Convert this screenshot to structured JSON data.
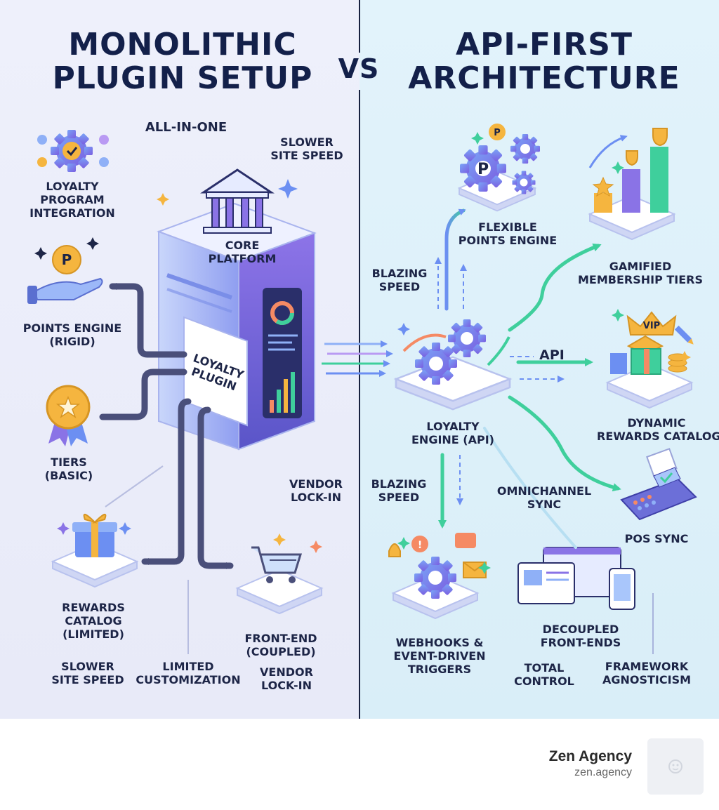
{
  "titles": {
    "left": [
      "MONOLITHIC",
      "PLUGIN SETUP"
    ],
    "vs": "VS",
    "right": [
      "API-FIRST",
      "ARCHITECTURE"
    ]
  },
  "left": {
    "all_in_one": "ALL-IN-ONE",
    "slower_site_speed_top": [
      "SLOWER",
      "SITE SPEED"
    ],
    "loyalty_integration": [
      "LOYALTY",
      "PROGRAM",
      "INTEGRATION"
    ],
    "core_platform": [
      "CORE",
      "PLATFORM"
    ],
    "loyalty_plugin": [
      "LOYALTY",
      "PLUGIN"
    ],
    "points_engine": [
      "POINTS ENGINE",
      "(RIGID)"
    ],
    "tiers": [
      "TIERS",
      "(BASIC)"
    ],
    "vendor_lockin_mid": [
      "VENDOR",
      "LOCK-IN"
    ],
    "rewards_catalog": [
      "REWARDS",
      "CATALOG",
      "(LIMITED)"
    ],
    "front_end": [
      "FRONT-END",
      "(COUPLED)"
    ],
    "slower_site_speed_bottom": [
      "SLOWER",
      "SITE SPEED"
    ],
    "limited_customization": [
      "LIMITED",
      "CUSTOMIZATION"
    ],
    "vendor_lockin_bottom": [
      "VENDOR",
      "LOCK-IN"
    ]
  },
  "right": {
    "flexible_points": [
      "FLEXIBLE",
      "POINTS ENGINE"
    ],
    "gamified_tiers": [
      "GAMIFIED",
      "MEMBERSHIP TIERS"
    ],
    "blazing_speed_top": [
      "BLAZING",
      "SPEED"
    ],
    "api": "API",
    "vip": "VIP",
    "dynamic_rewards": [
      "DYNAMIC",
      "REWARDS CATALOG"
    ],
    "loyalty_engine": [
      "LOYALTY",
      "ENGINE (API)"
    ],
    "blazing_speed_bottom": [
      "BLAZING",
      "SPEED"
    ],
    "omnichannel_sync": [
      "OMNICHANNEL",
      "SYNC"
    ],
    "pos_sync": "POS SYNC",
    "webhooks": [
      "WEBHOOKS &",
      "EVENT-DRIVEN",
      "TRIGGERS"
    ],
    "decoupled": [
      "DECOUPLED",
      "FRONT-ENDS"
    ],
    "total_control": [
      "TOTAL",
      "CONTROL"
    ],
    "framework": [
      "FRAMEWORK",
      "AGNOSTICISM"
    ]
  },
  "footer": {
    "brand_name": "Zen Agency",
    "brand_url": "zen.agency"
  },
  "colors": {
    "left_bg": "#eef0fb",
    "right_bg": "#dff1fa",
    "divider": "#17213f",
    "text": "#1d2547",
    "connector": "#4a4f7a",
    "arrow_green": "#3fcf9c",
    "accent_purple": "#8a73e6",
    "accent_blue": "#6c8ff2",
    "gold": "#f5b53f"
  }
}
